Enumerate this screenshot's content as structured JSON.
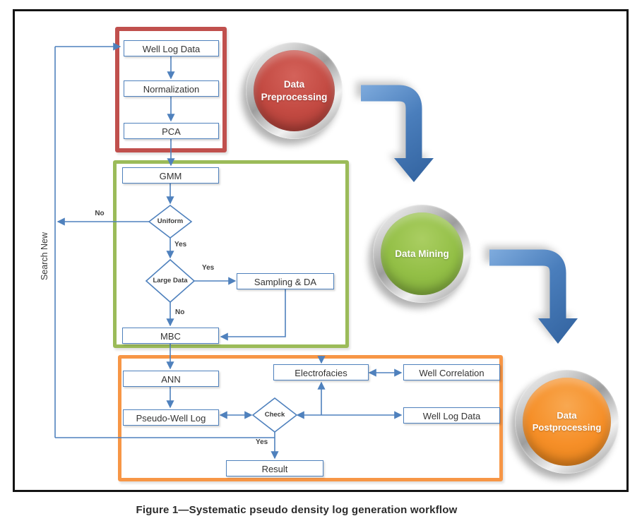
{
  "figure": {
    "caption": "Figure 1—Systematic pseudo density log generation workflow"
  },
  "colors": {
    "connector_blue": "#4f81bd",
    "group_preprocessing_red": "#c0504d",
    "group_mining_green": "#9bbb59",
    "group_postprocessing_orange": "#f79646",
    "badge_red": "#c34a42",
    "badge_green": "#93bf46",
    "badge_orange": "#f68f28",
    "curved_arrow_blue": "#4a7ebc"
  },
  "nodes": {
    "well_log_data": "Well Log Data",
    "normalization": "Normalization",
    "pca": "PCA",
    "gmm": "GMM",
    "uniform": "Uniform",
    "large_data": "Large Data",
    "sampling_da": "Sampling & DA",
    "mbc": "MBC",
    "ann": "ANN",
    "pseudo_well_log": "Pseudo-Well Log",
    "check": "Check",
    "electrofacies": "Electrofacies",
    "well_correlation": "Well Correlation",
    "well_log_data_post": "Well Log Data",
    "result": "Result"
  },
  "edge_labels": {
    "uniform_no": "No",
    "uniform_yes": "Yes",
    "large_data_yes": "Yes",
    "large_data_no": "No",
    "check_yes": "Yes",
    "search_new": "Search New"
  },
  "badges": {
    "preprocessing": "Data Preprocessing",
    "mining": "Data Mining",
    "postprocessing": "Data Postprocessing"
  }
}
